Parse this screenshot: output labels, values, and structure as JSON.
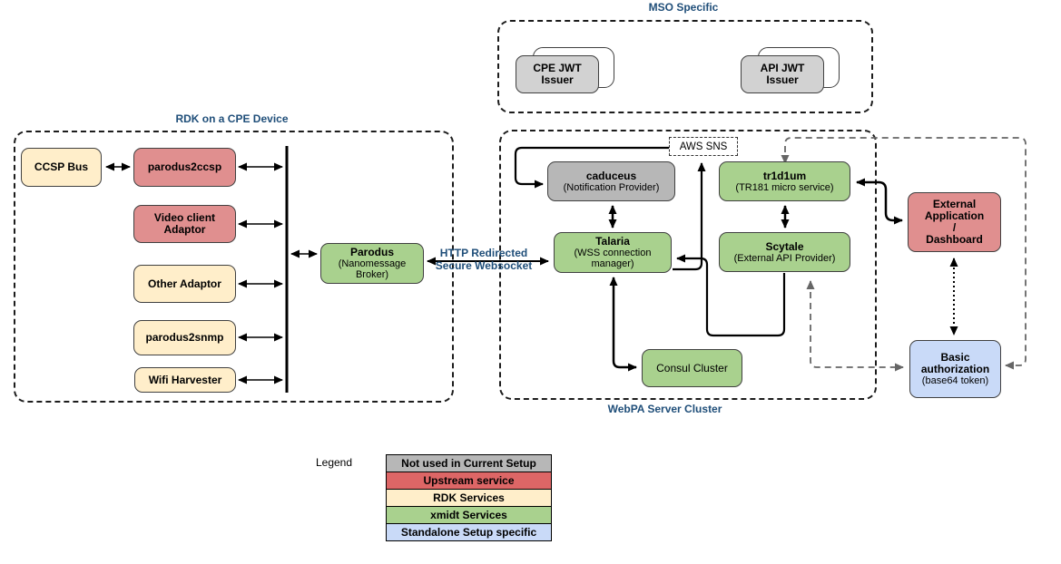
{
  "titles": {
    "mso": "MSO Specific",
    "rdk": "RDK on a CPE Device",
    "webpa": "WebPA Server Cluster"
  },
  "colors": {
    "red": "#e08f8f",
    "yellow": "#ffeeca",
    "green": "#a9d18e",
    "gray": "#b7b7b7",
    "lightgray": "#d2d2d2",
    "blue": "#c9daf8",
    "legend_red": "#dd6666",
    "title_blue": "#1f4e79"
  },
  "nodes": {
    "ccsp_bus": {
      "label": "CCSP Bus"
    },
    "parodus2ccsp": {
      "label": "parodus2ccsp"
    },
    "video_adaptor": {
      "label": "Video client\nAdaptor"
    },
    "other_adaptor": {
      "label": "Other Adaptor"
    },
    "parodus2snmp": {
      "label": "parodus2snmp"
    },
    "wifi_harvester": {
      "label": "Wifi Harvester"
    },
    "parodus": {
      "name": "Parodus",
      "sub": "(Nanomessage Broker)"
    },
    "cpe_jwt": {
      "label": "CPE JWT\nIssuer"
    },
    "api_jwt": {
      "label": "API JWT\nIssuer"
    },
    "aws_sns": {
      "label": "AWS SNS"
    },
    "caduceus": {
      "name": "caduceus",
      "sub": "(Notification Provider)"
    },
    "tr1d1um": {
      "name": "tr1d1um",
      "sub": "(TR181 micro service)"
    },
    "talaria": {
      "name": "Talaria",
      "sub": "(WSS connection manager)"
    },
    "scytale": {
      "name": "Scytale",
      "sub": "(External API Provider)"
    },
    "consul": {
      "label": "Consul Cluster"
    },
    "external_app": {
      "label": "External\nApplication\n/\nDashboard"
    },
    "basic_auth": {
      "name": "Basic\nauthorization",
      "sub": "(base64 token)"
    }
  },
  "edge_labels": {
    "websocket": "HTTP Redirected\nSecure Websocket"
  },
  "legend": {
    "label": "Legend",
    "rows": [
      {
        "text": "Not used in Current Setup",
        "color": "#b7b7b7"
      },
      {
        "text": "Upstream service",
        "color": "#dd6666"
      },
      {
        "text": "RDK Services",
        "color": "#ffeeca"
      },
      {
        "text": "xmidt Services",
        "color": "#a9d18e"
      },
      {
        "text": "Standalone Setup specific",
        "color": "#c9daf8"
      }
    ]
  }
}
